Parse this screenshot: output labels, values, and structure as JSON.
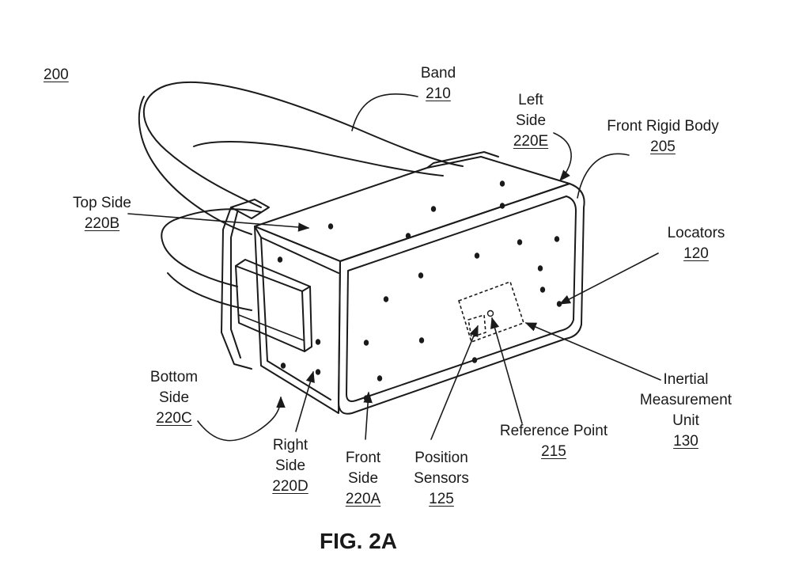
{
  "figure": {
    "ref": "200",
    "caption": "FIG. 2A"
  },
  "labels": {
    "band": {
      "name": "Band",
      "num": "210"
    },
    "left_side": {
      "line1": "Left",
      "line2": "Side",
      "num": "220E"
    },
    "front_rigid_body": {
      "name": "Front Rigid Body",
      "num": "205"
    },
    "top_side": {
      "name": "Top Side",
      "num": "220B"
    },
    "locators": {
      "name": "Locators",
      "num": "120"
    },
    "bottom_side": {
      "line1": "Bottom",
      "line2": "Side",
      "num": "220C"
    },
    "imu": {
      "line1": "Inertial",
      "line2": "Measurement",
      "line3": "Unit",
      "num": "130"
    },
    "reference_point": {
      "name": "Reference Point",
      "num": "215"
    },
    "right_side": {
      "line1": "Right",
      "line2": "Side",
      "num": "220D"
    },
    "front_side": {
      "line1": "Front",
      "line2": "Side",
      "num": "220A"
    },
    "position_sensors": {
      "line1": "Position",
      "line2": "Sensors",
      "num": "125"
    }
  }
}
